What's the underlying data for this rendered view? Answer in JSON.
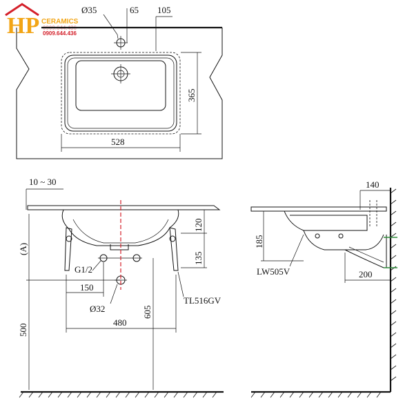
{
  "brand": {
    "logo_letters": "HP",
    "logo_word": "CERAMICS",
    "phone_1": "0909.644.436",
    "phone_2": "0909.644.436",
    "logo_color": "#f2a516",
    "logo_red": "#d4202a"
  },
  "top_view": {
    "dim_hole": "Ø35",
    "dim_65": "65",
    "dim_105": "105",
    "dim_depth": "365",
    "dim_width": "528"
  },
  "front_view": {
    "dim_offset": "10 ~ 30",
    "dim_A": "(A)",
    "dim_120": "120",
    "dim_135": "135",
    "dim_thread": "G1/2",
    "dim_150": "150",
    "dim_drain": "Ø32",
    "dim_480": "480",
    "dim_605": "605",
    "dim_500": "500",
    "bracket_model": "TL516GV"
  },
  "side_view": {
    "dim_140": "140",
    "dim_185": "185",
    "dim_200": "200",
    "basin_model": "LW505V"
  },
  "colors": {
    "line": "#111111",
    "center_line": "#d4202a",
    "accent_green": "#2e8b3a"
  }
}
